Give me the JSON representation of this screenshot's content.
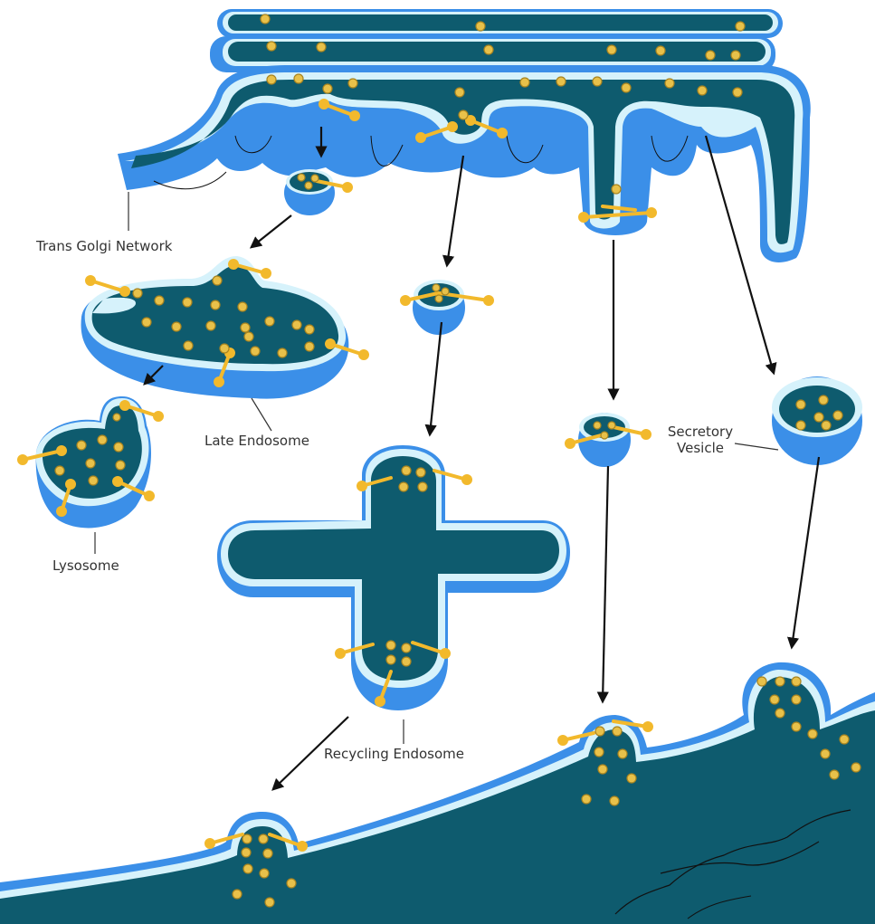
{
  "labels": {
    "trans_golgi_network": "Trans Golgi Network",
    "late_endosome": "Late Endosome",
    "lysosome": "Lysosome",
    "recycling_endosome": "Recycling Endosome",
    "secretory_vesicle_line1": "Secretory",
    "secretory_vesicle_line2": "Vesicle"
  },
  "colors": {
    "membrane_outer": "#3b8fe8",
    "membrane_highlight": "#d6f2fb",
    "lumen": "#0e5b6e",
    "cargo_fill": "#e8c14a",
    "cargo_stroke": "#a88420",
    "receptor": "#f2b92c",
    "arrow": "#111111",
    "label_text": "#333333"
  }
}
